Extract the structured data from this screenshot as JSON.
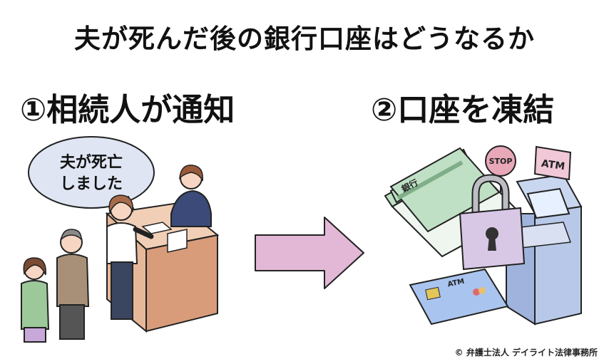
{
  "title": "夫が死んだ後の銀行口座はどうなるか",
  "steps": [
    {
      "number": "①",
      "label": "相続人が通知"
    },
    {
      "number": "②",
      "label": "口座を凍結"
    }
  ],
  "speech_bubble": {
    "line1": "夫が死亡",
    "line2": "しました"
  },
  "passbook_label": "銀行",
  "stop_sign_text": "STOP",
  "atm_sign_text": "ATM",
  "card_text": "ATM",
  "credit": "© 弁護士法人 デイライト法律事務所",
  "colors": {
    "arrow": "#e3b8d6",
    "passbook": "#bfe0c5",
    "lock": "#d8c8e6",
    "atm": "#b8c8e8",
    "card": "#a9c4ef",
    "counter": "#e6b89a"
  }
}
